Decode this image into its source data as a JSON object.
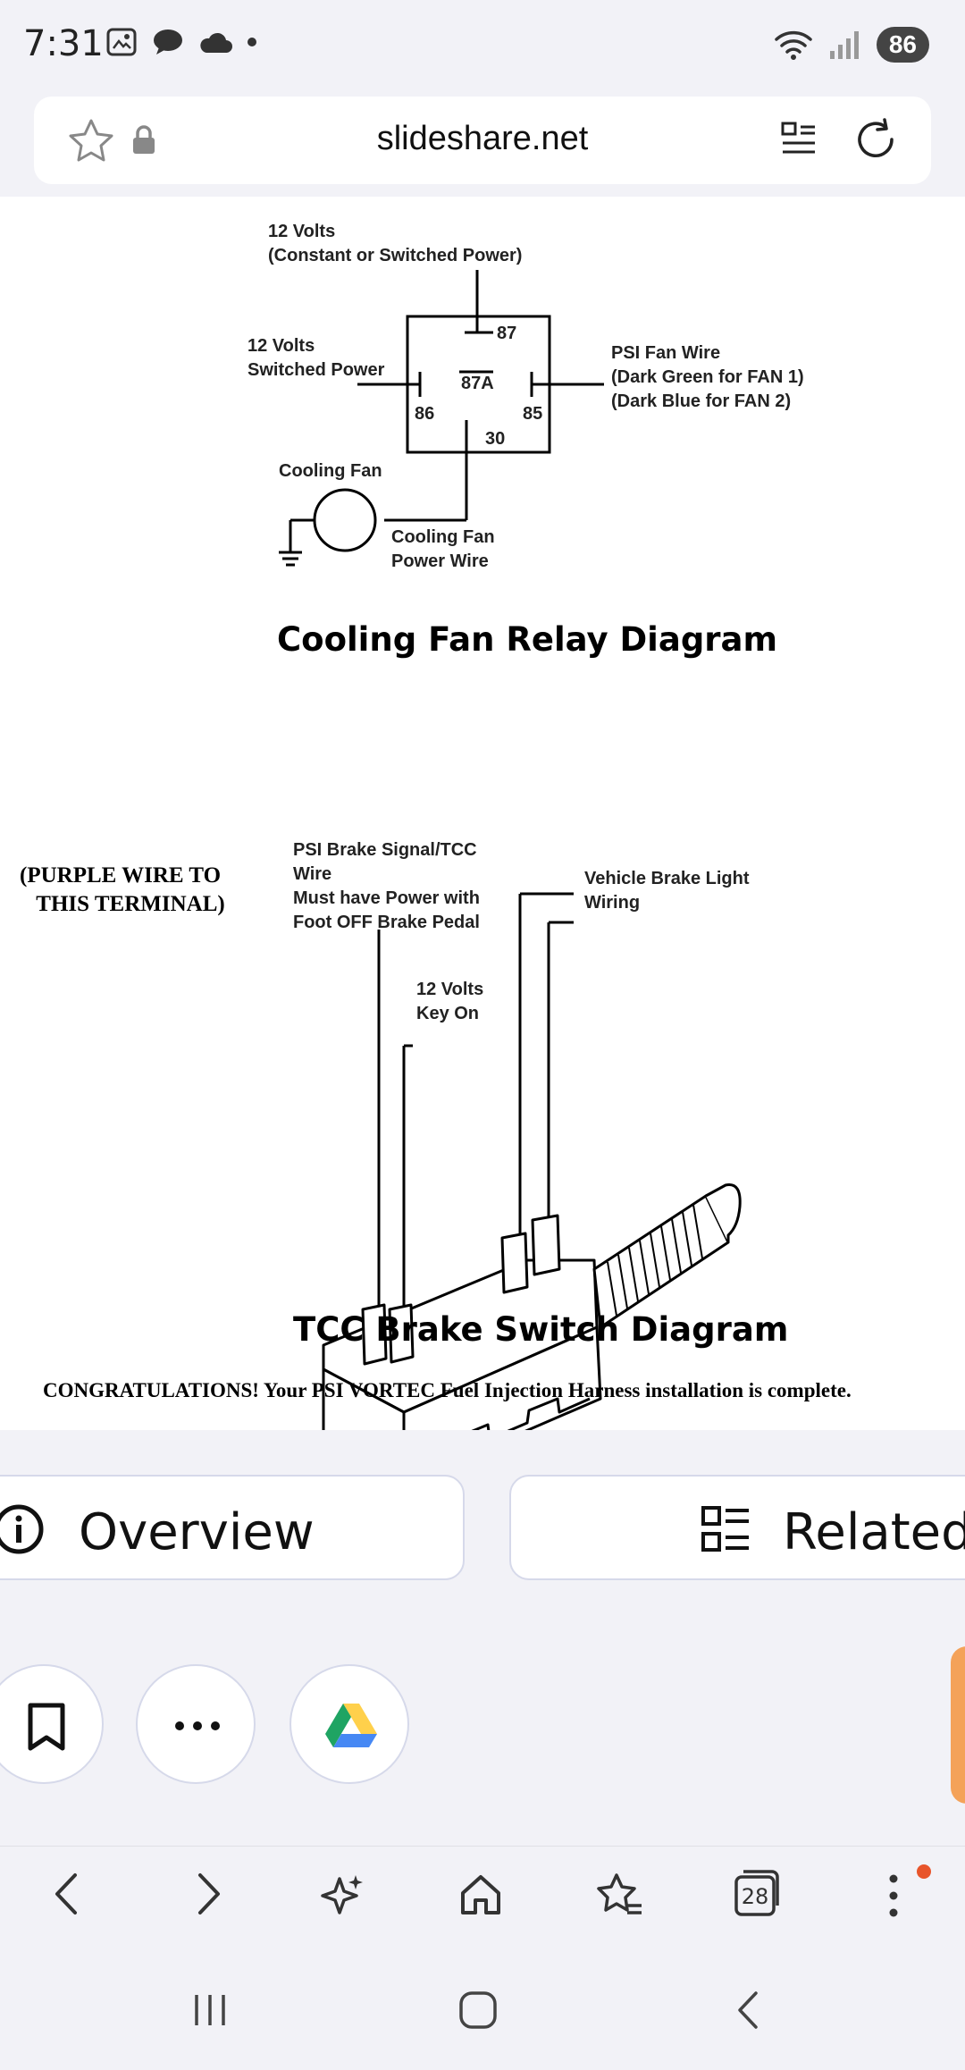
{
  "status": {
    "time": "7:31",
    "battery": "86",
    "icons_left": [
      "screenshot-icon",
      "chat-bubble-icon",
      "cloud-icon",
      "dot-icon"
    ],
    "icons_right": [
      "wifi-icon",
      "signal-icon"
    ]
  },
  "browser": {
    "url": "slideshare.net"
  },
  "relay_diagram": {
    "label_12v_constant": "12 Volts\n(Constant or Switched Power)",
    "label_12v_switched": "12 Volts\nSwitched Power",
    "pin_87": "87",
    "pin_87a": "87A",
    "pin_86": "86",
    "pin_85": "85",
    "pin_30": "30",
    "label_psi_fan_wire": "PSI Fan Wire\n(Dark Green for FAN 1)\n(Dark Blue for FAN 2)",
    "label_cooling_fan": "Cooling Fan",
    "label_fan_power_wire": "Cooling Fan\nPower Wire",
    "title": "Cooling Fan Relay Diagram"
  },
  "brake_diagram": {
    "purple_note": "(PURPLE WIRE TO\n   THIS TERMINAL)",
    "label_psi_brake": "PSI Brake Signal/TCC\nWire\nMust have Power with\nFoot OFF Brake Pedal",
    "label_12v_key": "12 Volts\nKey On",
    "label_brake_light": "Vehicle Brake Light\nWiring",
    "title": "TCC Brake Switch Diagram"
  },
  "congrats": "CONGRATULATIONS! Your PSI VORTEC Fuel Injection Harness installation is complete.",
  "tabs": {
    "overview": "Overview",
    "related": "Related"
  },
  "actions": [
    "bookmark-icon",
    "more-icon",
    "google-drive-icon"
  ],
  "bottom_nav": [
    "back-icon",
    "forward-icon",
    "ai-sparkle-icon",
    "home-icon",
    "favorites-icon",
    "tabs-icon",
    "menu-icon"
  ],
  "tab_count": "28",
  "colors": {
    "accent_orange": "#f4a259",
    "notification_dot": "#e8552b",
    "drive_green": "#1fa463",
    "drive_yellow": "#ffd04b",
    "drive_blue": "#4688f4"
  }
}
